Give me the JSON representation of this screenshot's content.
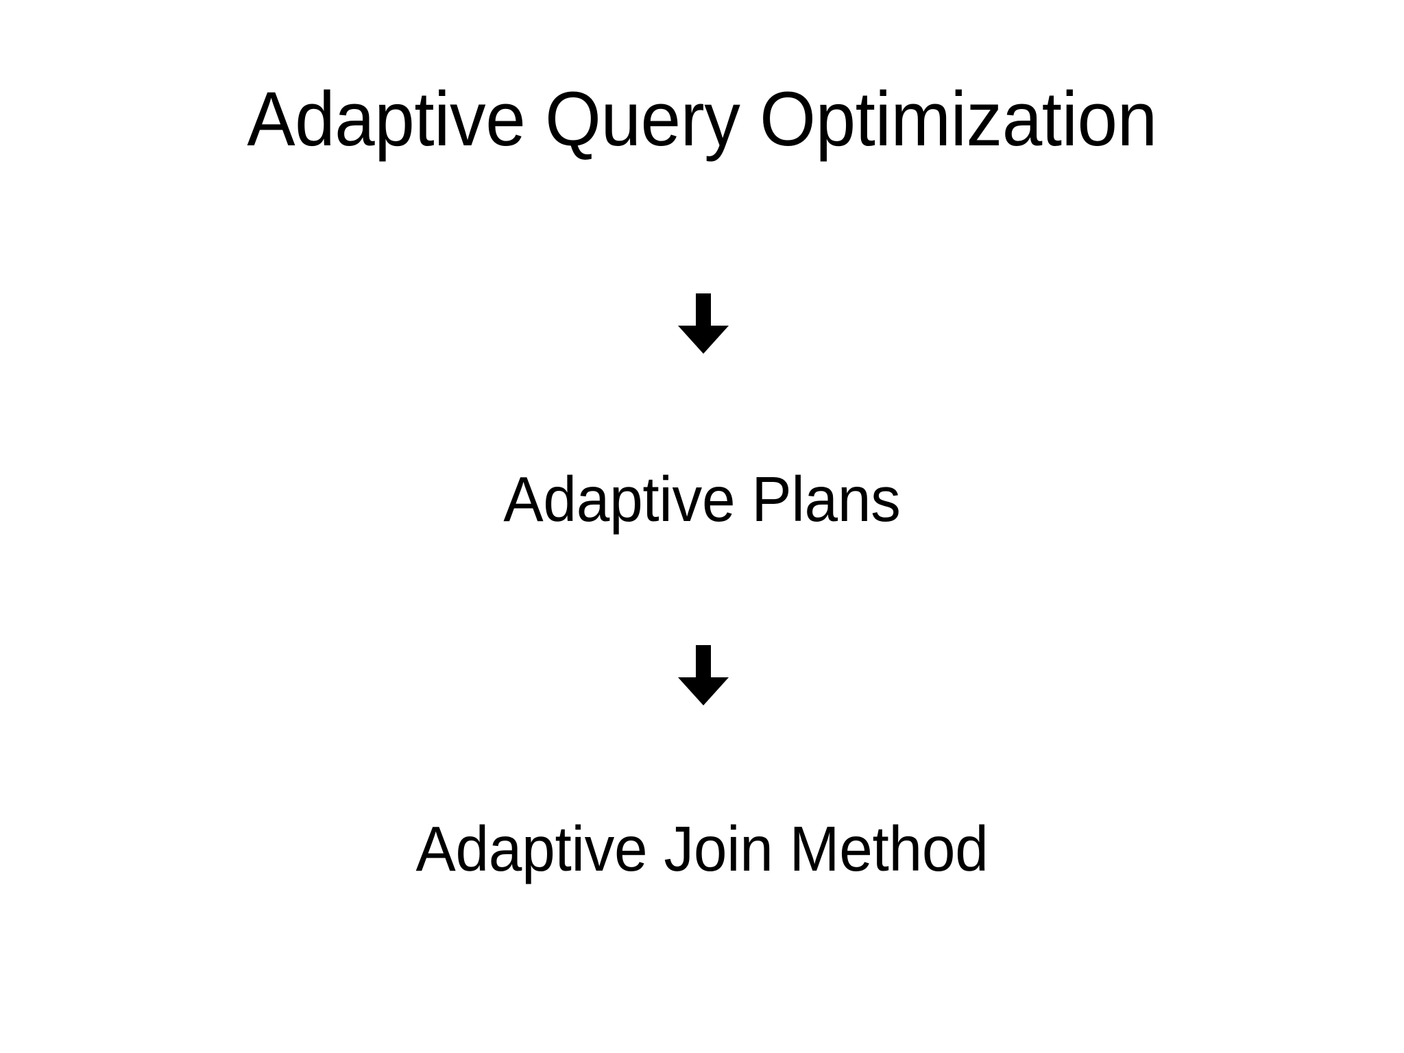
{
  "slide": {
    "background_color": "#ffffff",
    "text_color": "#000000",
    "title": "Adaptive Query Optimization",
    "flow": {
      "steps": [
        {
          "label": "Adaptive Query Optimization",
          "level": 1
        },
        {
          "label": "Adaptive Plans",
          "level": 2
        },
        {
          "label": "Adaptive Join Method",
          "level": 3
        }
      ],
      "connectors": [
        {
          "icon": "arrow-down-icon",
          "from": "Adaptive Query Optimization",
          "to": "Adaptive Plans"
        },
        {
          "icon": "arrow-down-icon",
          "from": "Adaptive Plans",
          "to": "Adaptive Join Method"
        }
      ]
    }
  }
}
